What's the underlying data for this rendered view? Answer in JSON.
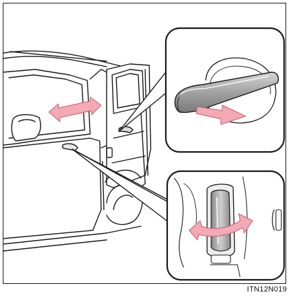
{
  "figure": {
    "code": "ITN12N019",
    "colors": {
      "outline": "#1a1a1a",
      "arrow": "#f4a9b4",
      "arrow_stroke": "#c0606c",
      "handle": "#8f8f8f",
      "handle_light": "#cfcfcf",
      "panel_bg": "#ffffff"
    },
    "callouts": [
      "exterior-door-handle",
      "interior-door-handle"
    ]
  }
}
